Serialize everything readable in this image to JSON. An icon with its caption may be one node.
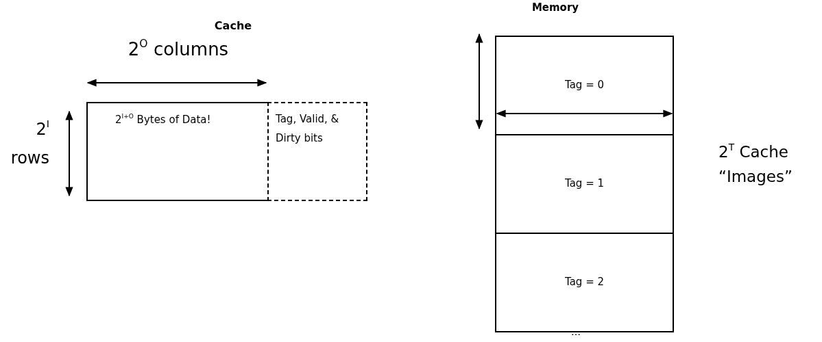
{
  "diagram": {
    "nodes": [
      {
        "text": [
          "2$^{I+O}$ Bytes of Data!"
        ]
      },
      {
        "text": [
          "Tag, Valid, & Dirty bits"
        ]
      },
      {
        "text": [
          "Tag = 0"
        ]
      },
      {
        "text": [
          "Tag = 1"
        ]
      },
      {
        "text": [
          "Tag = 2"
        ]
      }
    ],
    "labels": [
      "Cache",
      "2$^{O}$ columns",
      "2$^{I}$ rows",
      "Memory",
      "2$^{T}$ Cache “Images”",
      "…"
    ]
  }
}
